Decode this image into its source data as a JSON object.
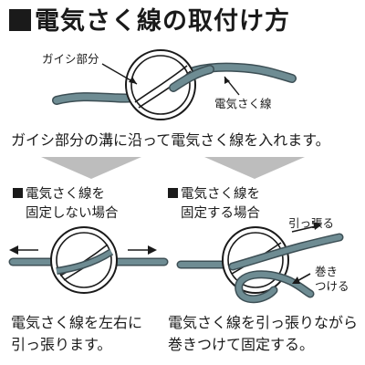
{
  "title": "電気さく線の取付け方",
  "top_diagram": {
    "insulator_label": "ガイシ部分",
    "wire_label": "電気さく線"
  },
  "instruction": "ガイシ部分の溝に沿って電気さく線を入れます。",
  "left_panel": {
    "heading_line1": "電気さく線を",
    "heading_line2": "固定しない場合",
    "caption_line1": "電気さく線を左右に",
    "caption_line2": "引っ張ります。"
  },
  "right_panel": {
    "heading_line1": "電気さく線を",
    "heading_line2": "固定する場合",
    "pull_label": "引っ張る",
    "wrap_label_line1": "巻き",
    "wrap_label_line2": "つける",
    "caption_line1": "電気さく線を引っ張りながら",
    "caption_line2": "巻きつけて固定する。"
  },
  "colors": {
    "wire": "#6e8c93",
    "wire_edge": "#3d4f55",
    "arrow_shade": "#bdbdbd",
    "text": "#1a1a1a"
  }
}
